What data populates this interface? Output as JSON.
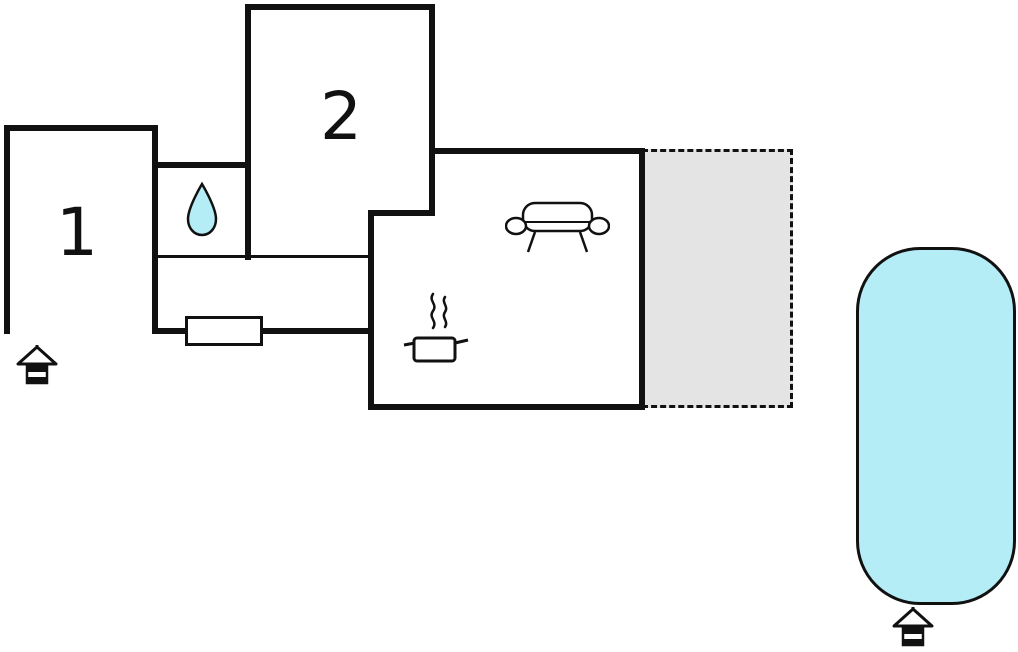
{
  "page": {
    "type": "floor-plan"
  },
  "rooms": {
    "room1_label": "1",
    "room2_label": "2"
  },
  "icons": [
    "water-drop-icon",
    "sofa-icon",
    "stove-pot-icon",
    "north-house-marker-icon",
    "north-house-marker-icon"
  ],
  "areas": [
    "room-1",
    "room-2",
    "bathroom",
    "hallway",
    "living-kitchen",
    "terrace",
    "swimming-pool"
  ],
  "colors": {
    "wall": "#111111",
    "water": "#b5edf6",
    "terrace": "#e4e4e4",
    "bg": "#ffffff"
  }
}
